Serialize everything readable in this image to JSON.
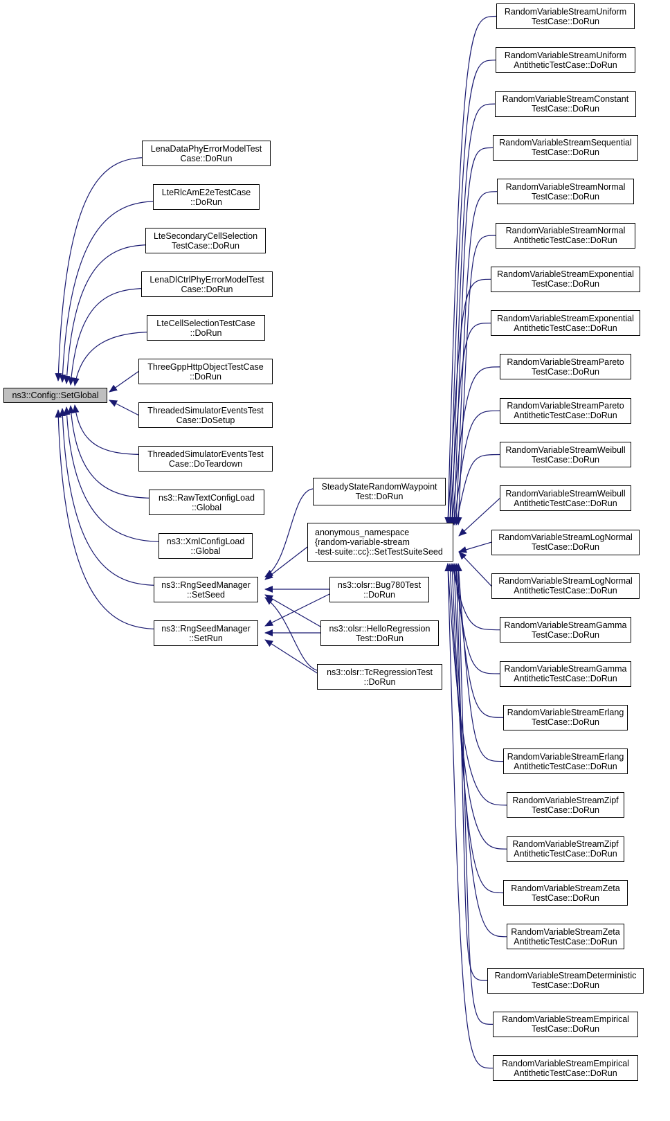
{
  "graph": {
    "edge_color": "#191970",
    "root": {
      "lines": [
        "ns3::Config::SetGlobal"
      ],
      "fill": "#bfbfbf"
    },
    "callers": [
      [
        "LenaDataPhyErrorModelTest",
        "Case::DoRun"
      ],
      [
        "LteRlcAmE2eTestCase",
        "::DoRun"
      ],
      [
        "LteSecondaryCellSelection",
        "TestCase::DoRun"
      ],
      [
        "LenaDlCtrlPhyErrorModelTest",
        "Case::DoRun"
      ],
      [
        "LteCellSelectionTestCase",
        "::DoRun"
      ],
      [
        "ThreeGppHttpObjectTestCase",
        "::DoRun"
      ],
      [
        "ThreadedSimulatorEventsTest",
        "Case::DoSetup"
      ],
      [
        "ThreadedSimulatorEventsTest",
        "Case::DoTeardown"
      ],
      [
        "ns3::RawTextConfigLoad",
        "::Global"
      ],
      [
        "ns3::XmlConfigLoad",
        "::Global"
      ],
      [
        "ns3::RngSeedManager",
        "::SetSeed"
      ],
      [
        "ns3::RngSeedManager",
        "::SetRun"
      ]
    ],
    "seed_callers": [
      [
        "SteadyStateRandomWaypoint",
        "Test::DoRun"
      ],
      [
        "anonymous_namespace",
        "{random-variable-stream",
        "-test-suite::cc}::SetTestSuiteSeed"
      ],
      [
        "ns3::olsr::Bug780Test",
        "::DoRun"
      ],
      [
        "ns3::olsr::HelloRegression",
        "Test::DoRun"
      ],
      [
        "ns3::olsr::TcRegressionTest",
        "::DoRun"
      ]
    ],
    "suite_callers": [
      [
        "RandomVariableStreamUniform",
        "TestCase::DoRun"
      ],
      [
        "RandomVariableStreamUniform",
        "AntitheticTestCase::DoRun"
      ],
      [
        "RandomVariableStreamConstant",
        "TestCase::DoRun"
      ],
      [
        "RandomVariableStreamSequential",
        "TestCase::DoRun"
      ],
      [
        "RandomVariableStreamNormal",
        "TestCase::DoRun"
      ],
      [
        "RandomVariableStreamNormal",
        "AntitheticTestCase::DoRun"
      ],
      [
        "RandomVariableStreamExponential",
        "TestCase::DoRun"
      ],
      [
        "RandomVariableStreamExponential",
        "AntitheticTestCase::DoRun"
      ],
      [
        "RandomVariableStreamPareto",
        "TestCase::DoRun"
      ],
      [
        "RandomVariableStreamPareto",
        "AntitheticTestCase::DoRun"
      ],
      [
        "RandomVariableStreamWeibull",
        "TestCase::DoRun"
      ],
      [
        "RandomVariableStreamWeibull",
        "AntitheticTestCase::DoRun"
      ],
      [
        "RandomVariableStreamLogNormal",
        "TestCase::DoRun"
      ],
      [
        "RandomVariableStreamLogNormal",
        "AntitheticTestCase::DoRun"
      ],
      [
        "RandomVariableStreamGamma",
        "TestCase::DoRun"
      ],
      [
        "RandomVariableStreamGamma",
        "AntitheticTestCase::DoRun"
      ],
      [
        "RandomVariableStreamErlang",
        "TestCase::DoRun"
      ],
      [
        "RandomVariableStreamErlang",
        "AntitheticTestCase::DoRun"
      ],
      [
        "RandomVariableStreamZipf",
        "TestCase::DoRun"
      ],
      [
        "RandomVariableStreamZipf",
        "AntitheticTestCase::DoRun"
      ],
      [
        "RandomVariableStreamZeta",
        "TestCase::DoRun"
      ],
      [
        "RandomVariableStreamZeta",
        "AntitheticTestCase::DoRun"
      ],
      [
        "RandomVariableStreamDeterministic",
        "TestCase::DoRun"
      ],
      [
        "RandomVariableStreamEmpirical",
        "TestCase::DoRun"
      ],
      [
        "RandomVariableStreamEmpirical",
        "AntitheticTestCase::DoRun"
      ]
    ]
  }
}
